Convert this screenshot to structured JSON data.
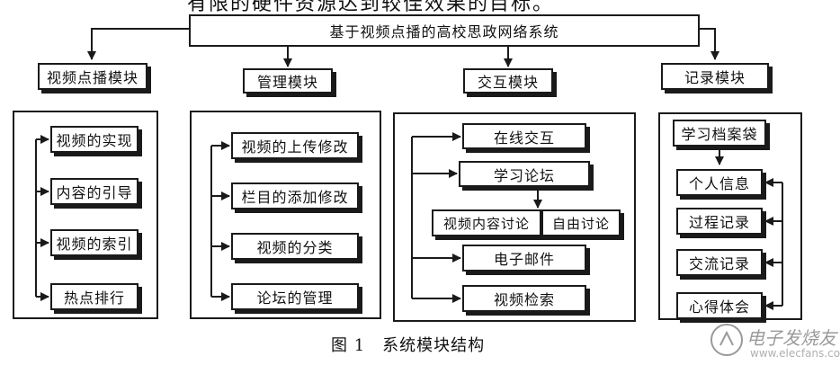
{
  "top_cut_text": "有限的硬件资源达到较佳效果的目标。",
  "root": "基于视频点播的高校思政网络系统",
  "modules": [
    {
      "title": "视频点播模块",
      "items": [
        "视频的实现",
        "内容的引导",
        "视频的索引",
        "热点排行"
      ]
    },
    {
      "title": "管理模块",
      "items": [
        "视频的上传修改",
        "栏目的添加修改",
        "视频的分类",
        "论坛的管理"
      ]
    },
    {
      "title": "交互模块",
      "items": [
        "在线交互",
        "学习论坛",
        "视频内容讨论",
        "自由讨论",
        "电子邮件",
        "视频检索"
      ]
    },
    {
      "title": "记录模块",
      "items": [
        "学习档案袋",
        "个人信息",
        "过程记录",
        "交流记录",
        "心得体会"
      ]
    }
  ],
  "caption": "图 1　系统模块结构",
  "watermark": {
    "text": "电子发烧友",
    "url": "www.elecfans.com"
  }
}
